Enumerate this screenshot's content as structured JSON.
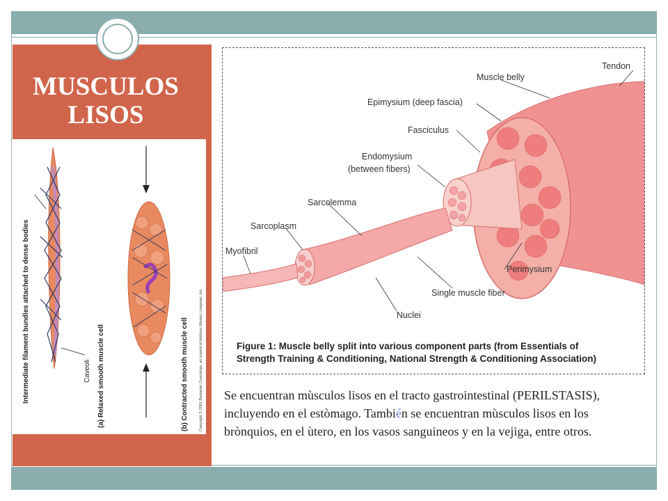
{
  "slide": {
    "title_line1": "MUSCULOS",
    "title_line2": "LISOS"
  },
  "left_figure": {
    "label_bundles": "Intermediate filament bundles attached to dense bodies",
    "label_caveoli": "Caveoli",
    "label_relaxed": "(a) Relaxed smooth muscle cell",
    "label_contracted": "(b) Contracted smooth muscle cell",
    "copyright": "Copyright © 2001 Benjamin Cummings, an imprint of Addison Wesley Longman, Inc."
  },
  "right_figure": {
    "labels": {
      "tendon": "Tendon",
      "muscle_belly": "Muscle belly",
      "epimysium": "Epimysium (deep fascia)",
      "fasciculus": "Fasciculus",
      "endomysium_1": "Endomysium",
      "endomysium_2": "(between fibers)",
      "sarcolemma": "Sarcolemma",
      "sarcoplasm": "Sarcoplasm",
      "myofibril": "Myofibril",
      "perimysium": "Perimysium",
      "single_fiber": "Single muscle fiber",
      "nuclei": "Nuclei"
    },
    "caption_line1": "Figure 1: Muscle belly split into various component parts (from Essentials of",
    "caption_line2": "Strength Training & Conditioning, National Strength & Conditioning Association)"
  },
  "body": {
    "text_part1": "Se encuentran mùsculos lisos en el tracto gastrointestinal (PERILSTASIS), incluyendo  en el estòmago. Tambi",
    "text_highlight": "é",
    "text_part2": "n se encuentran mùsculos lisos en los brònquios, en el ùtero, en  los vasos sanguineos y en la vejiga, entre otros."
  },
  "colors": {
    "band": "#8aadad",
    "panel": "#d0654b",
    "muscle": "#f08a8a"
  }
}
